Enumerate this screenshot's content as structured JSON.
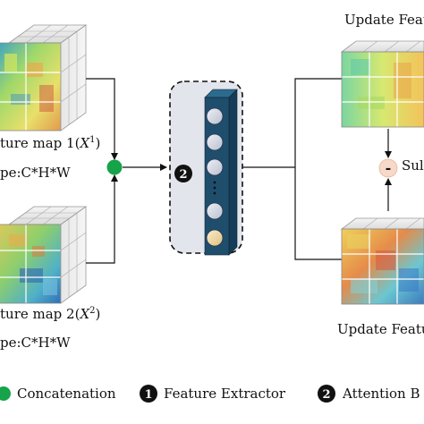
{
  "top_right": {
    "title": "Update Featu"
  },
  "bottom_right": {
    "title": "Update Featu"
  },
  "left_top": {
    "name": "ture map 1(",
    "var": "X",
    "sup": "1",
    "close": ")",
    "shape": "pe:C*H*W"
  },
  "left_bottom": {
    "name": "ture map 2(",
    "var": "X",
    "sup": "2",
    "close": ")",
    "shape": "pe:C*H*W"
  },
  "module": {
    "badge": "2"
  },
  "subtract": {
    "symbol": "-",
    "label": "Sul"
  },
  "legend": {
    "concat": "Concatenation",
    "extractor_badge": "1",
    "extractor": "Feature Extractor",
    "attention_badge": "2",
    "attention": "Attention B"
  },
  "colors": {
    "concat_dot": "#16a34a",
    "badge_fill": "#111111",
    "module_bg": "#e2e5ec",
    "bar": "#1f4e6d",
    "node": "#c7ccd9",
    "node_last": "#ecd7a4",
    "minus_circle": "#f6d9c9"
  }
}
